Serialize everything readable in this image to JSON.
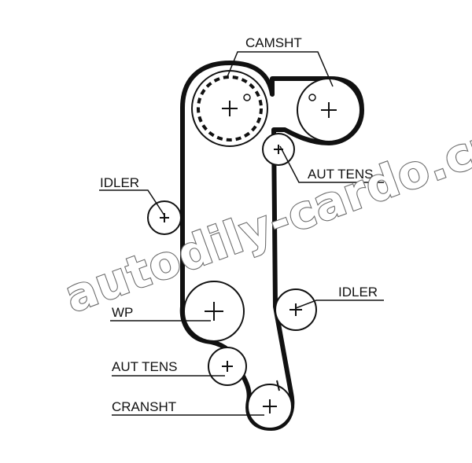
{
  "labels": {
    "camshaft": "CAMSHT",
    "idler_left": "IDLER",
    "aut_tens_top": "AUT TENS",
    "idler_right": "IDLER",
    "water_pump": "WP",
    "aut_tens_bottom": "AUT TENS",
    "crankshaft": "CRANSHT"
  },
  "watermark": "autodily-cardo.cz",
  "colors": {
    "line": "#111111",
    "watermark_outline": "#6b6b6b",
    "background": "#ffffff"
  }
}
